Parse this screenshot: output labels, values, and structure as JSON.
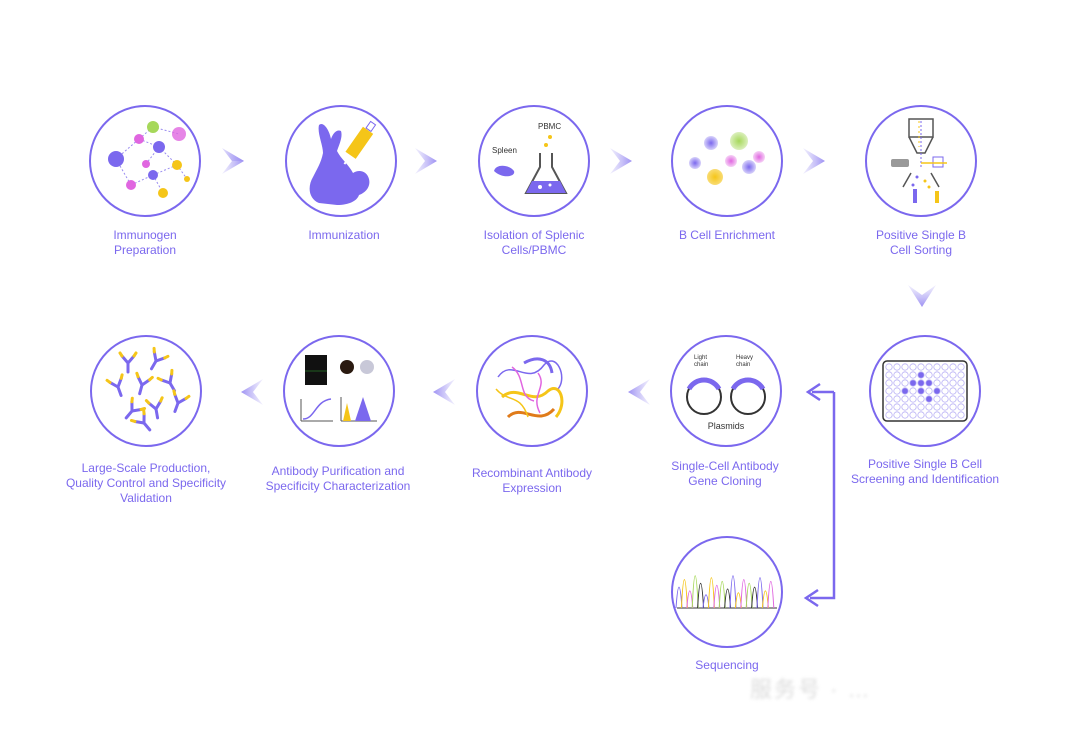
{
  "steps": [
    {
      "label": "Immunogen\nPreparation"
    },
    {
      "label": "Immunization"
    },
    {
      "label": "Isolation of Splenic\nCells/PBMC"
    },
    {
      "label": "B Cell Enrichment"
    },
    {
      "label": "Positive Single B\nCell Sorting"
    },
    {
      "label": "Positive Single B Cell\nScreening and Identification"
    },
    {
      "label": "Single-Cell Antibody\nGene Cloning"
    },
    {
      "label": "Recombinant Antibody\nExpression"
    },
    {
      "label": "Antibody Purification and\nSpecificity Characterization"
    },
    {
      "label": "Large-Scale Production,\nQuality Control and Specificity\nValidation"
    },
    {
      "label": "Sequencing"
    }
  ],
  "inner_text": {
    "spleen": "Spleen",
    "pbmc": "PBMC",
    "light_chain": "Light\nchain",
    "heavy_chain": "Heavy\nchain",
    "plasmids": "Plasmids"
  },
  "watermark": "服务号 · …",
  "colors": {
    "accent": "#7b68ee",
    "arrow": "#b9b1f5",
    "yellow": "#f5c518",
    "magenta": "#e066e0",
    "green": "#a6d85a",
    "blue": "#6a5acd"
  }
}
